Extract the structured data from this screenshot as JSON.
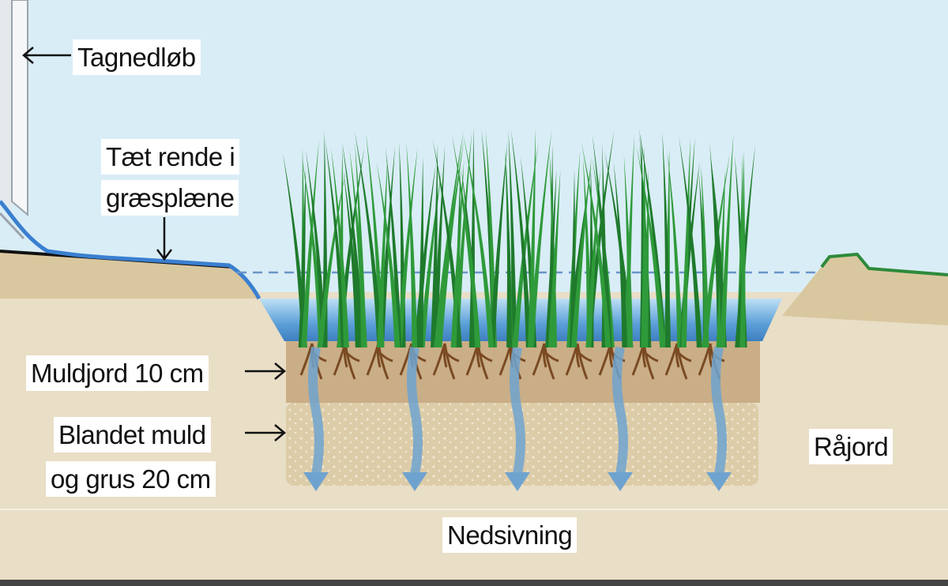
{
  "labels": {
    "downpipe": "Tagnedløb",
    "gutter_line1": "Tæt rende i",
    "gutter_line2": "græsplæne",
    "topsoil": "Muldjord 10 cm",
    "mixed_line1": "Blandet muld",
    "mixed_line2": "og grus 20 cm",
    "raw_soil": "Råjord",
    "infiltration": "Nedsivning"
  },
  "colors": {
    "sky": "#d9edf6",
    "ground": "#e9dec6",
    "mound": "#d9c79f",
    "topsoil": "#c9ae87",
    "mixed": "#ddcca8",
    "water": "#5b9fd8",
    "grass": "#2f9a3a",
    "root": "#7a4a22",
    "seep": "#6fa3cf"
  }
}
